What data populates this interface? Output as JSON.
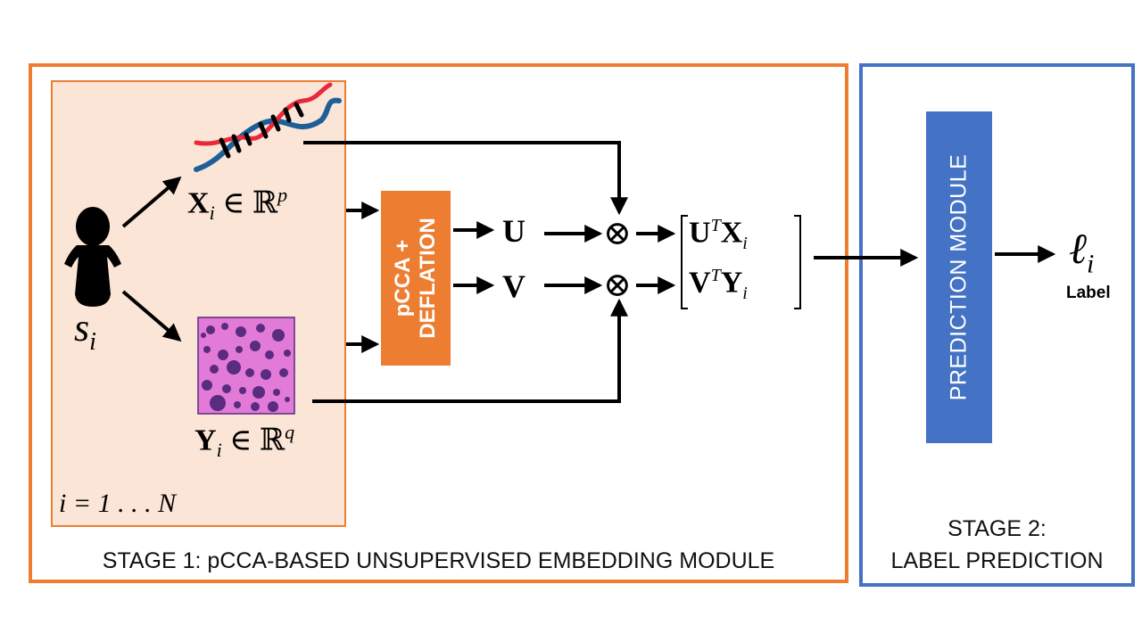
{
  "stage1": {
    "caption": "STAGE 1: pCCA-BASED UNSUPERVISED EMBEDDING MODULE",
    "color": "#ED7D31"
  },
  "stage2": {
    "caption_line1": "STAGE 2:",
    "caption_line2": "LABEL PREDICTION",
    "color": "#4472C4"
  },
  "sample_panel": {
    "fill": "#FBE5D6",
    "index_text": "i = 1 . . . N"
  },
  "subject": {
    "symbol": "s",
    "subscript": "i",
    "icon": "person-silhouette-icon"
  },
  "modality_x": {
    "icon": "dna-helix-icon",
    "symbol": "X",
    "subscript": "i",
    "relation": "∈",
    "space": "ℝ",
    "dim": "p"
  },
  "modality_y": {
    "icon": "histology-slide-icon",
    "symbol": "Y",
    "subscript": "i",
    "relation": "∈",
    "space": "ℝ",
    "dim": "q"
  },
  "pcca_block": {
    "line1": "pCCA +",
    "line2": "DEFLATION",
    "color": "#ED7D31"
  },
  "projections": {
    "u": "U",
    "v": "V",
    "operator": "⊗"
  },
  "embedding": {
    "row1": {
      "m": "U",
      "t": "T",
      "x": "X",
      "sub": "i"
    },
    "row2": {
      "m": "V",
      "t": "T",
      "x": "Y",
      "sub": "i"
    }
  },
  "prediction_block": {
    "label": "PREDICTION MODULE",
    "color": "#4472C4"
  },
  "output": {
    "symbol": "ℓ",
    "subscript": "i",
    "caption": "Label"
  }
}
